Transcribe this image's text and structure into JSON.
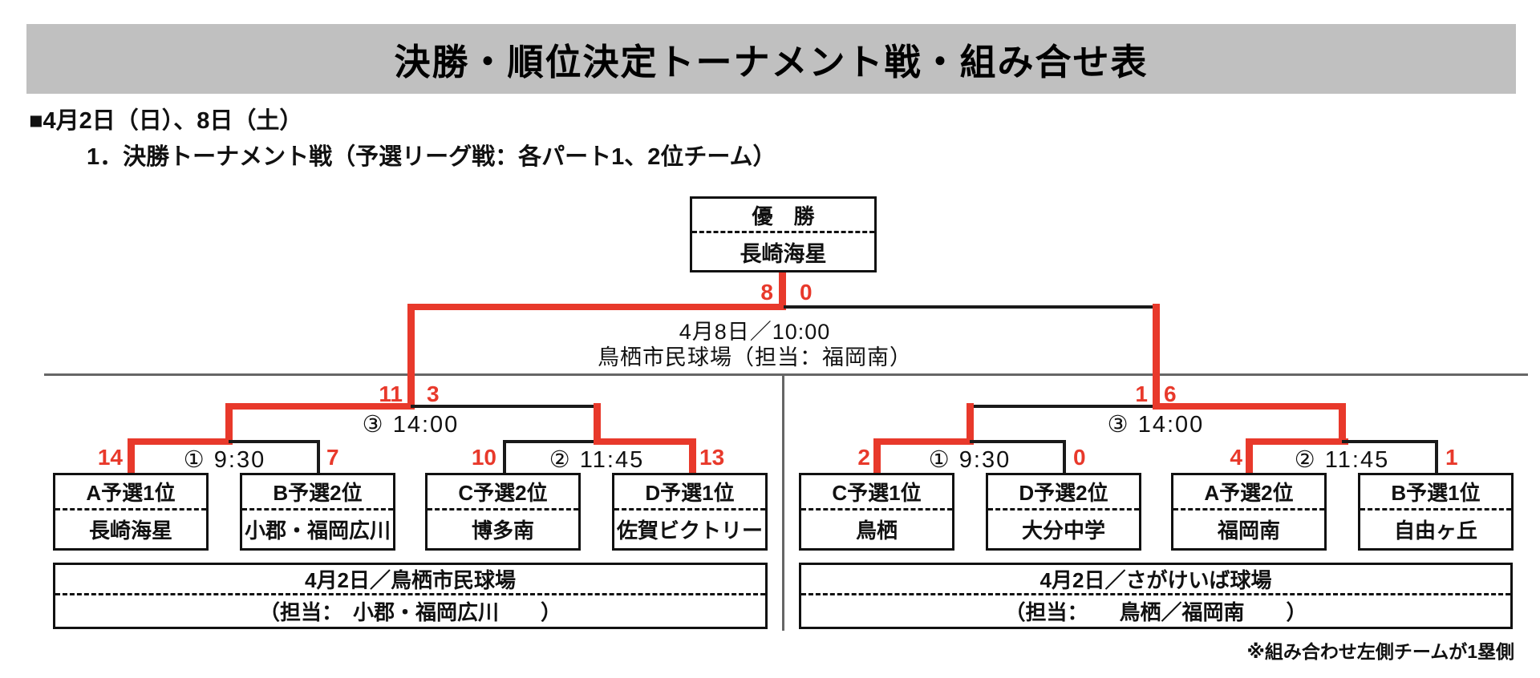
{
  "page": {
    "title": "決勝・順位決定トーナメント戦・組み合せ表",
    "date_heading": "■4月2日（日）、8日（土）",
    "sub_heading": "1．決勝トーナメント戦（予選リーグ戦：各パート1、2位チーム）",
    "footnote": "※組み合わせ左側チームが1塁側"
  },
  "colors": {
    "accent_red": "#e8392b",
    "title_bg": "#c0c0c0"
  },
  "champion": {
    "label": "優　勝",
    "team": "長崎海星"
  },
  "final": {
    "score_left": "8",
    "score_right": "0",
    "datetime": "4月8日／10:00",
    "venue": "鳥栖市民球場（担当：福岡南）"
  },
  "semifinals": [
    {
      "label": "③ 14:00",
      "score_left": "11",
      "score_right": "3"
    },
    {
      "label": "③ 14:00",
      "score_left": "1",
      "score_right": "6"
    }
  ],
  "quarterfinals": [
    {
      "label": "① 9:30",
      "score_left": "14",
      "score_right": "7"
    },
    {
      "label": "② 11:45",
      "score_left": "10",
      "score_right": "13"
    },
    {
      "label": "① 9:30",
      "score_left": "2",
      "score_right": "0"
    },
    {
      "label": "② 11:45",
      "score_left": "4",
      "score_right": "1"
    }
  ],
  "teams": [
    {
      "seed": "A予選1位",
      "name": "長崎海星"
    },
    {
      "seed": "B予選2位",
      "name": "小郡・福岡広川"
    },
    {
      "seed": "C予選2位",
      "name": "博多南"
    },
    {
      "seed": "D予選1位",
      "name": "佐賀ビクトリー"
    },
    {
      "seed": "C予選1位",
      "name": "鳥栖"
    },
    {
      "seed": "D予選2位",
      "name": "大分中学"
    },
    {
      "seed": "A予選2位",
      "name": "福岡南"
    },
    {
      "seed": "B予選1位",
      "name": "自由ヶ丘"
    }
  ],
  "venues": [
    {
      "line1": "4月2日／鳥栖市民球場",
      "line2": "（担当：　小郡・福岡広川　　）"
    },
    {
      "line1": "4月2日／さがけいば球場",
      "line2": "（担当：　　鳥栖／福岡南　　）"
    }
  ]
}
